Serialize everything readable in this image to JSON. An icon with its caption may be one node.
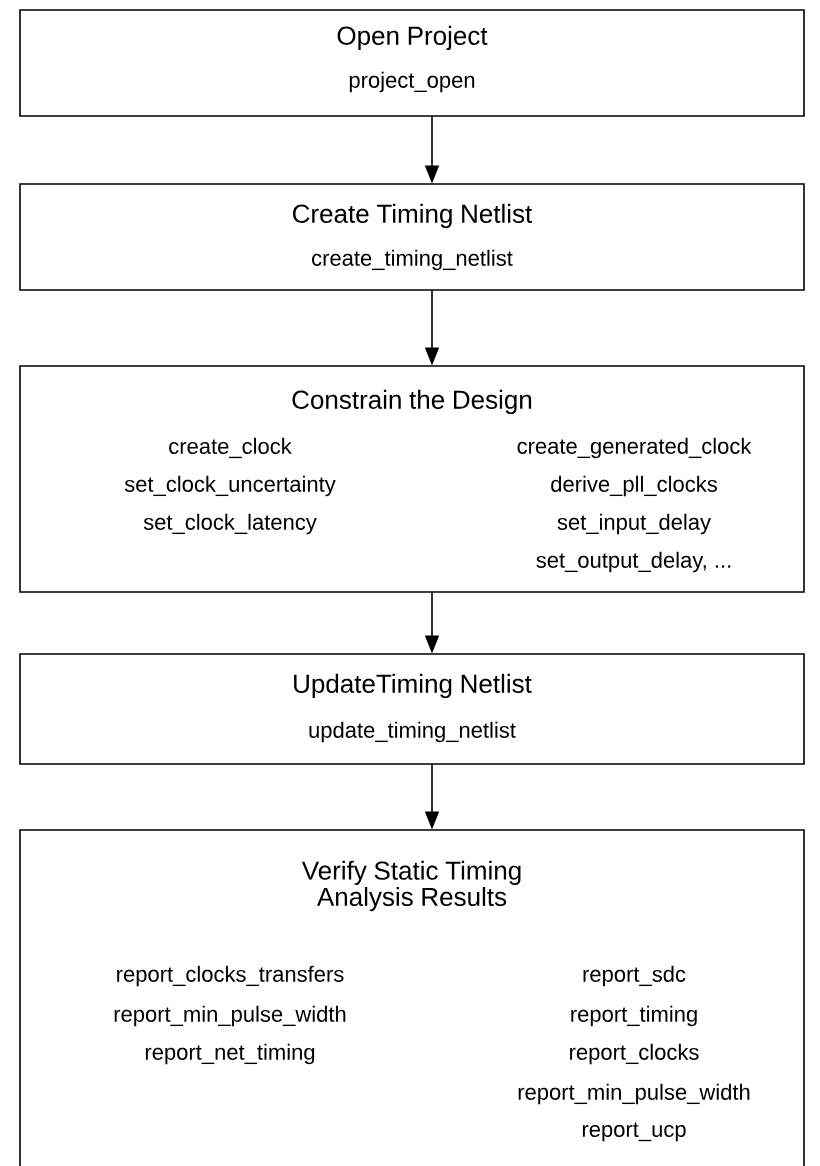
{
  "diagram": {
    "nodes": [
      {
        "text": [
          "Open Project",
          "project_open"
        ]
      },
      {
        "text": [
          "Create Timing Netlist",
          "create_timing_netlist"
        ]
      },
      {
        "text": [
          "Constrain the Design",
          "create_clock",
          "set_clock_uncertainty",
          "set_clock_latency",
          "create_generated_clock",
          "derive_pll_clocks",
          "set_input_delay",
          "set_output_delay, ..."
        ]
      },
      {
        "text": [
          "UpdateTiming Netlist",
          "update_timing_netlist"
        ]
      },
      {
        "text": [
          "Verify Static Timing Analysis Results",
          "report_clocks_transfers",
          "report_min_pulse_width",
          "report_net_timing",
          "report_sdc",
          "report_timing",
          "report_clocks",
          "report_min_pulse_width",
          "report_ucp"
        ]
      }
    ],
    "edges": [
      {
        "from": 0,
        "to": 1,
        "arrow": "to"
      },
      {
        "from": 1,
        "to": 2,
        "arrow": "to"
      },
      {
        "from": 2,
        "to": 3,
        "arrow": "to"
      },
      {
        "from": 3,
        "to": 4,
        "arrow": "to"
      }
    ]
  }
}
